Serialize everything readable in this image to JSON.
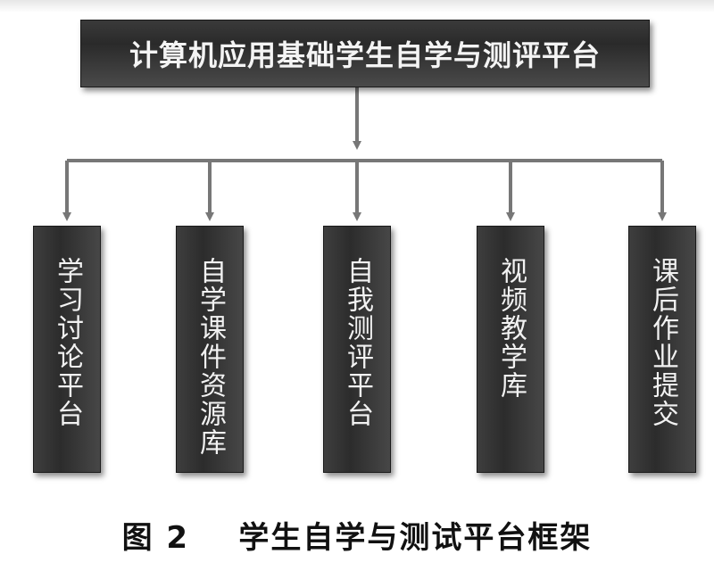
{
  "root": {
    "label": "计算机应用基础学生自学与测评平台"
  },
  "modules": [
    {
      "label": "学习讨论平台"
    },
    {
      "label": "自学课件资源库"
    },
    {
      "label": "自我测评平台"
    },
    {
      "label": "视频教学库"
    },
    {
      "label": "课后作业提交"
    }
  ],
  "caption": "图 2    学生自学与测试平台框架",
  "colors": {
    "box_fill": "#333333",
    "box_text": "#f4f4f4",
    "connector": "#777777",
    "caption_text": "#111111"
  }
}
